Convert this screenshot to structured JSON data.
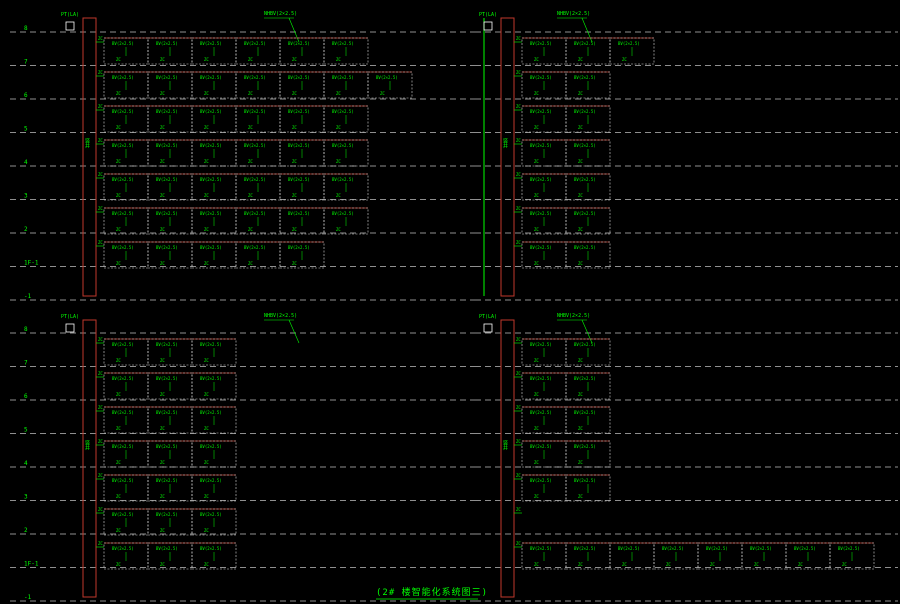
{
  "drawing": {
    "background": "#000000",
    "colors": {
      "level_line": "#bfbfbf",
      "level_text": "#00ff00",
      "trunk": "#c0392b",
      "box": "#d9d9d9",
      "label": "#00ff00",
      "green_line": "#00ff00"
    },
    "caption": "(2# 楼智能化系统图三)",
    "panels": [
      {
        "id": "panel-top-left",
        "feeder": "PT(LA)",
        "callout": "NHBV(2×2.5)",
        "levels": [
          "8",
          "7",
          "6",
          "5",
          "4",
          "3",
          "2",
          "1F-1",
          "-1"
        ],
        "rows": [
          6,
          7,
          6,
          6,
          6,
          6,
          5
        ],
        "box_label": "BV(2×2.5)",
        "tap_label": "ZC",
        "riser_label": "竖井"
      },
      {
        "id": "panel-top-right",
        "feeder": "PT(LA)",
        "callout": "NHBV(2×2.5)",
        "levels": [],
        "rows": [
          3,
          2,
          2,
          2,
          2,
          2,
          2
        ],
        "box_label": "BV(2×2.5)",
        "tap_label": "ZC",
        "riser_label": "竖井"
      },
      {
        "id": "panel-bottom-left",
        "feeder": "PT(LA)",
        "callout": "NHBV(2×2.5)",
        "levels": [
          "8",
          "7",
          "6",
          "5",
          "4",
          "3",
          "2",
          "1F-1",
          "-1"
        ],
        "rows": [
          3,
          3,
          3,
          3,
          3,
          3,
          3
        ],
        "box_label": "BV(2×2.5)",
        "tap_label": "ZC",
        "riser_label": "竖井"
      },
      {
        "id": "panel-bottom-right",
        "feeder": "PT(LA)",
        "callout": "NHBV(2×2.5)",
        "levels": [],
        "rows": [
          2,
          2,
          2,
          2,
          2,
          0,
          8
        ],
        "box_label": "BV(2×2.5)",
        "tap_label": "ZC",
        "riser_label": "竖井"
      }
    ]
  }
}
